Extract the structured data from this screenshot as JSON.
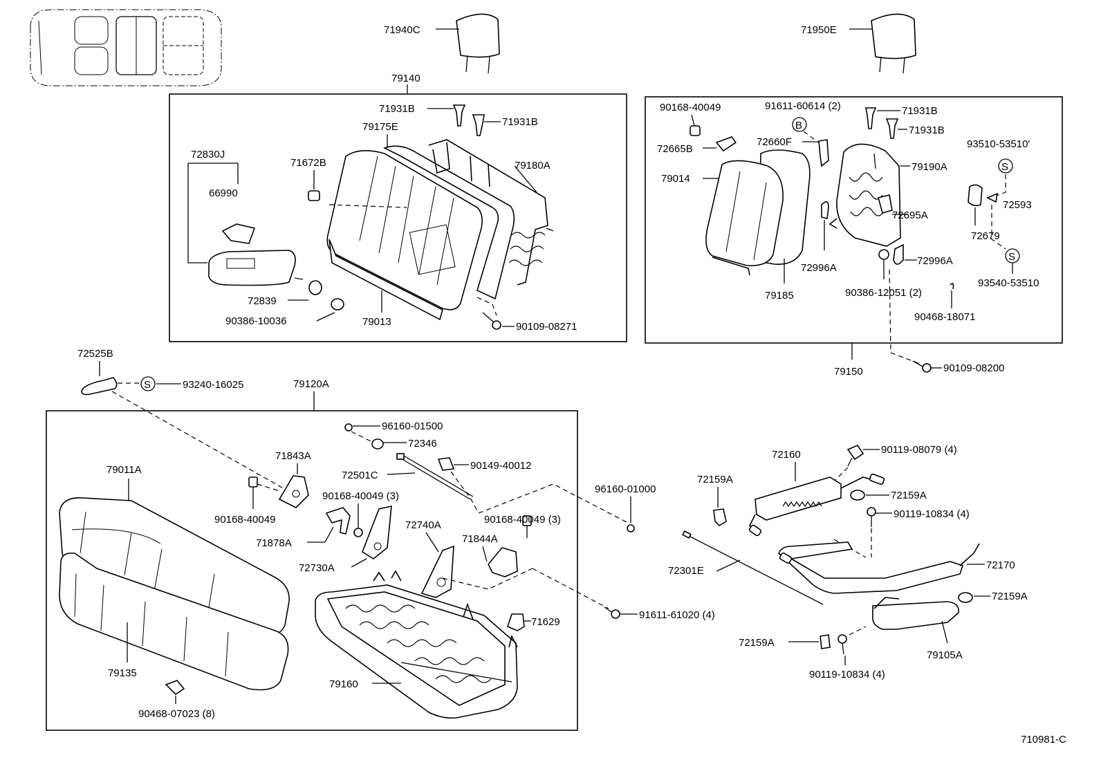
{
  "diagram_id": "710981-C",
  "groups": {
    "rear_seatback_left": "79140",
    "rear_seatback_right": "79150",
    "rear_seat_cushion": "79120A"
  },
  "labels": {
    "headrest_left": "71940C",
    "headrest_right": "71950E",
    "holder_lb_1": "71931B",
    "holder_lb_2": "71931B",
    "holder_rb_1": "71931B",
    "holder_rb_2": "71931B",
    "cover_79175E": "79175E",
    "armrest_72830J": "72830J",
    "cup_66990": "66990",
    "stopper_71672B": "71672B",
    "frame_79180A": "79180A",
    "cap_72839": "72839",
    "nut_90386_10036": "90386-10036",
    "back_79013": "79013",
    "bolt_90109_08271": "90109-08271",
    "clip_90168_40049_top": "90168-40049",
    "bolt_91611_60614": "91611-60614 (2)",
    "cover_72665B": "72665B",
    "hinge_72660F": "72660F",
    "pad_79014": "79014",
    "frame_79190A": "79190A",
    "washer_93510": "93510-53510'",
    "knob_72593": "72593",
    "lock_72695A": "72695A",
    "cover_72679": "72679",
    "hook_72996A_a": "72996A",
    "hook_72996A_b": "72996A",
    "back_79185": "79185",
    "nut_90386_12051": "90386-12051 (2)",
    "washer_93540": "93540-53510",
    "pin_90468_18071": "90468-18071",
    "bolt_90109_08200": "90109-08200",
    "knob_72525B": "72525B",
    "pin_93240_16025": "93240-16025",
    "clip_96160_01500": "96160-01500",
    "bush_72346": "72346",
    "cable_72501C": "72501C",
    "clip_90149_40012": "90149-40012",
    "bracket_71843A": "71843A",
    "cushion_79011A": "79011A",
    "clip_90168_40049_a": "90168-40049",
    "clip_90168_40049_b": "90168-40049 (3)",
    "clip_90168_40049_c": "90168-40049 (3)",
    "clip_96160_01000": "96160-01000",
    "lock_72740A": "72740A",
    "hook_71844A": "71844A",
    "bracket_71878A": "71878A",
    "striker_72730A": "72730A",
    "bolt_91611_61020": "91611-61020 (4)",
    "stopper_71629": "71629",
    "pad_79135": "79135",
    "frame_79160": "79160",
    "clip_90468_07023": "90468-07023 (8)",
    "adjuster_72160": "72160",
    "bolt_90119_08079": "90119-08079 (4)",
    "cover_72159A_a": "72159A",
    "cover_72159A_b": "72159A",
    "bolt_90119_10834_a": "90119-10834 (4)",
    "cable_72301E": "72301E",
    "adjuster_72170": "72170",
    "cover_72159A_c": "72159A",
    "cover_72159A_d": "72159A",
    "bolt_90119_10834_b": "90119-10834 (4)",
    "leg_79105A": "79105A"
  },
  "marks": {
    "b_mark": "B",
    "s_mark": "S"
  }
}
